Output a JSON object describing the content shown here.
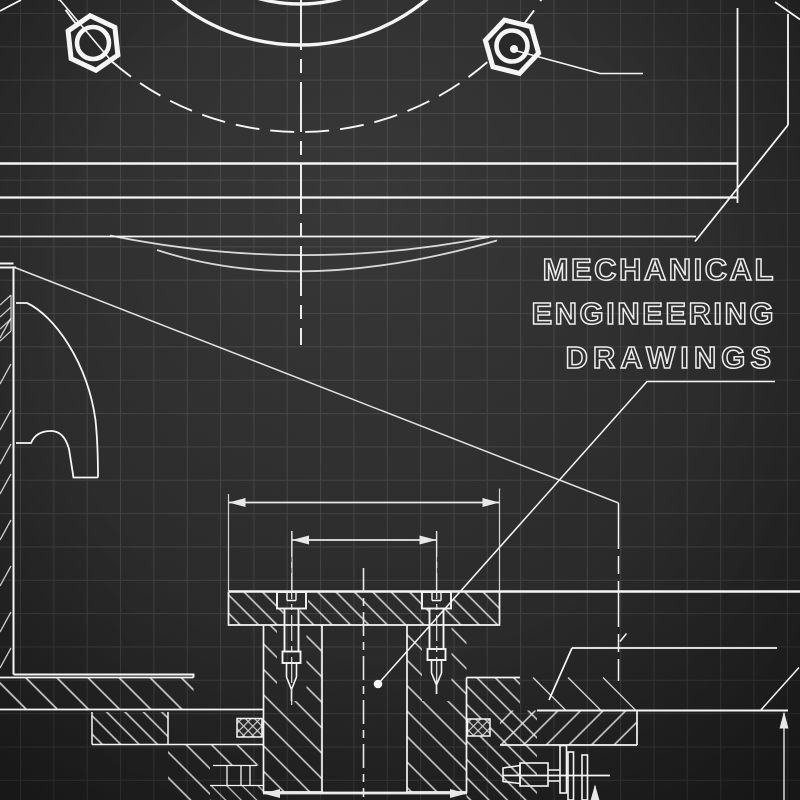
{
  "title": {
    "line1": "MECHANICAL",
    "line2": "ENGINEERING",
    "line3": "DRAWINGS"
  },
  "colors": {
    "background_center": "#383838",
    "background_mid": "#2d2d2d",
    "background_edge": "#212121",
    "line": "#f5f5f5",
    "dim_line": "#e8e8e8",
    "grid": "rgba(255,255,255,0.10)",
    "text_stroke": "#ededed",
    "mask_fill": "#292929"
  }
}
